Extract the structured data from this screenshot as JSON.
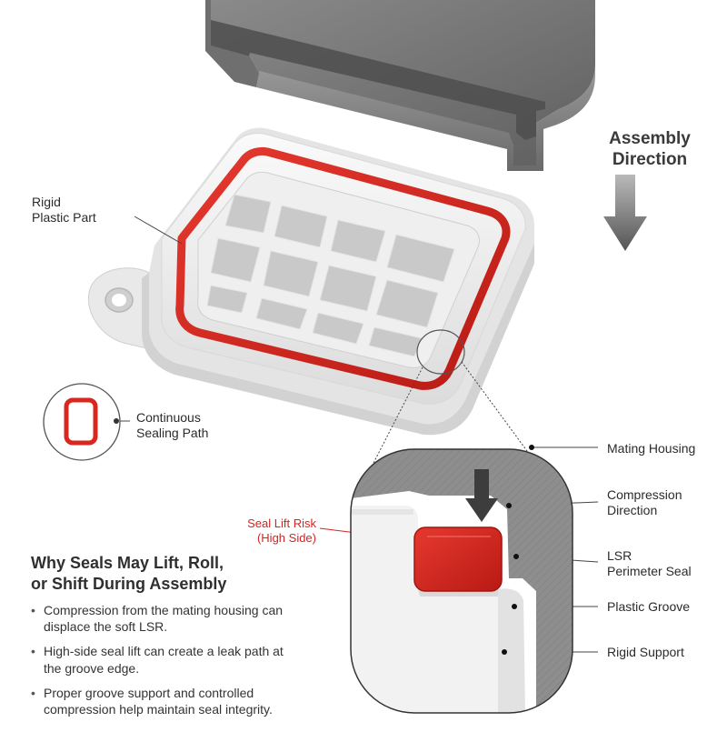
{
  "colors": {
    "seal_red": "#d8271f",
    "housing_gray": "#7c7c7c",
    "plastic_white": "#f1f1f1",
    "risk_text": "#d32420"
  },
  "labels": {
    "assembly_direction": [
      "Assembly",
      "Direction"
    ],
    "rigid_plastic_part": [
      "Rigid",
      "Plastic Part"
    ],
    "continuous_sealing_path": [
      "Continuous",
      "Sealing Path"
    ],
    "mating_housing": "Mating Housing",
    "compression_direction": [
      "Compression",
      "Direction"
    ],
    "lsr_perimeter_seal": [
      "LSR",
      "Perimeter Seal"
    ],
    "plastic_groove": "Plastic Groove",
    "rigid_support": "Rigid Support",
    "seal_lift_risk": [
      "Seal Lift Risk",
      "(High Side)"
    ]
  },
  "info": {
    "heading": [
      "Why Seals May Lift, Roll,",
      "or Shift During Assembly"
    ],
    "bullets": [
      "Compression from the mating housing can displace the soft LSR.",
      "High-side seal lift can create a leak path at the groove edge.",
      "Proper groove support and controlled compression help maintain seal integrity."
    ]
  },
  "icons": {
    "down_arrow": "down-arrow-icon",
    "seal_path": "seal-path-icon"
  }
}
